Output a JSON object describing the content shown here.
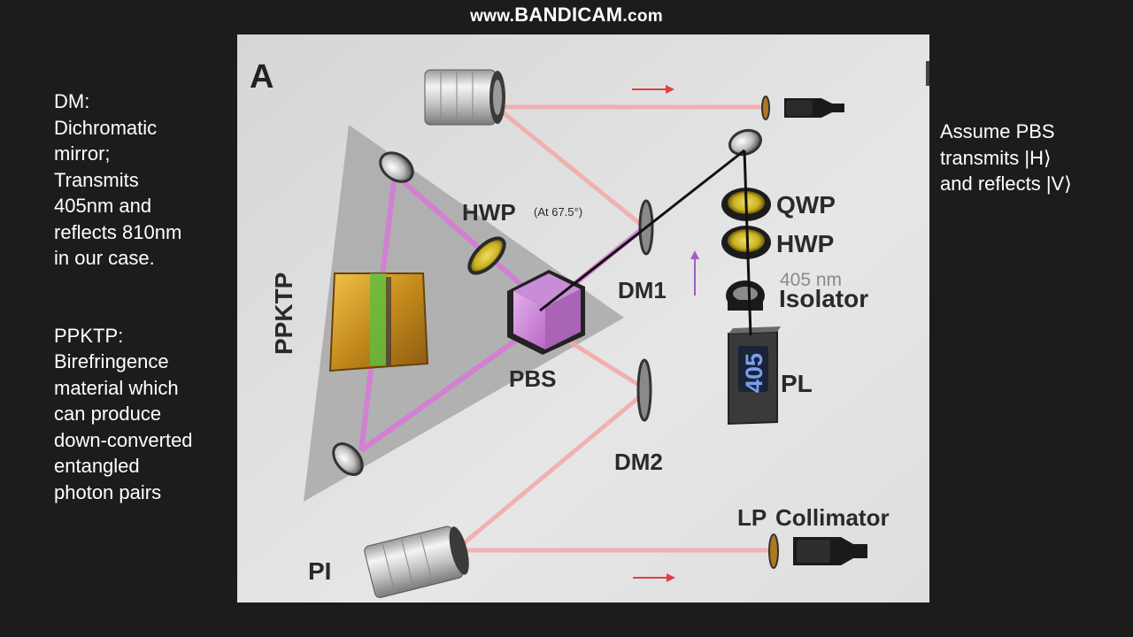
{
  "watermark": {
    "prefix": "www.",
    "brand": "BANDICAM",
    "suffix": ".com"
  },
  "notes_left": [
    {
      "lines": [
        "DM:",
        "Dichromatic",
        "mirror;",
        "Transmits",
        "405nm and",
        "reflects 810nm",
        "in our case."
      ]
    },
    {
      "lines": [
        "PPKTP:",
        "Birefringence",
        "material which",
        "can produce",
        "down-converted",
        "entangled",
        "photon pairs"
      ]
    }
  ],
  "note_right": {
    "lines": [
      "Assume PBS",
      "transmits |H⟩",
      "and reflects |V⟩"
    ]
  },
  "diagram": {
    "panel_label": "A",
    "labels": {
      "ppktp": "PPKTP",
      "hwp_loop": "HWP",
      "hwp_angle": "(At 67.5°)",
      "pbs": "PBS",
      "dm1": "DM1",
      "dm2": "DM2",
      "qwp": "QWP",
      "hwp_pump": "HWP",
      "wavelength": "405 nm",
      "isolator": "Isolator",
      "pl": "PL",
      "laser_display": "405",
      "lp": "LP",
      "collimator": "Collimator",
      "pi": "PI"
    },
    "colors": {
      "pump_beam": "#d77ad6",
      "photon_beam": "#f2a8a8",
      "arrow_red": "#e04040",
      "arrow_purple": "#a060c0",
      "annotation_line": "#111111",
      "triangle_fill": "#a8a8a8",
      "background": "#e2e2e2"
    }
  }
}
